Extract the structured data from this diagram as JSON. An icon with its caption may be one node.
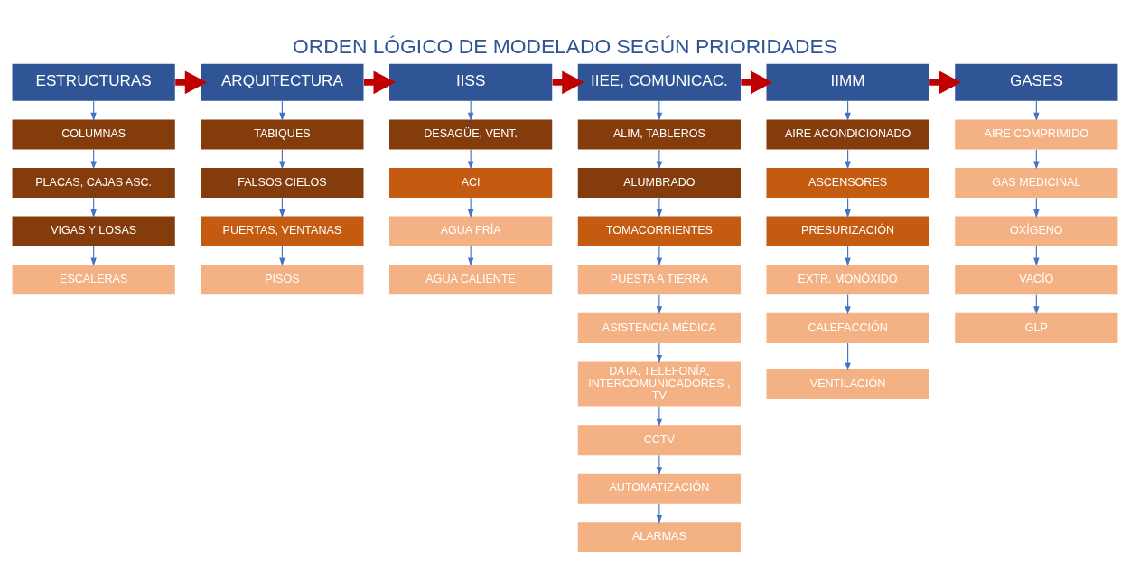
{
  "diagram": {
    "title": "ORDEN LÓGICO DE MODELADO SEGÚN PRIORIDADES",
    "nodes": [
      {
        "text": [
          "ESTRUCTURAS"
        ]
      },
      {
        "text": [
          "COLUMNAS"
        ]
      },
      {
        "text": [
          "PLACAS, CAJAS ASC."
        ]
      },
      {
        "text": [
          "VIGAS Y LOSAS"
        ]
      },
      {
        "text": [
          "ESCALERAS"
        ]
      },
      {
        "text": [
          "ARQUITECTURA"
        ]
      },
      {
        "text": [
          "TABIQUES"
        ]
      },
      {
        "text": [
          "FALSOS CIELOS"
        ]
      },
      {
        "text": [
          "PUERTAS, VENTANAS"
        ]
      },
      {
        "text": [
          "PISOS"
        ]
      },
      {
        "text": [
          "IISS"
        ]
      },
      {
        "text": [
          "DESAGÜE, VENT."
        ]
      },
      {
        "text": [
          "ACI"
        ]
      },
      {
        "text": [
          "AGUA FRÍA"
        ]
      },
      {
        "text": [
          "AGUA CALIENTE"
        ]
      },
      {
        "text": [
          "IIEE, COMUNICAC."
        ]
      },
      {
        "text": [
          "ALIM, TABLEROS"
        ]
      },
      {
        "text": [
          "ALUMBRADO"
        ]
      },
      {
        "text": [
          "TOMACORRIENTES"
        ]
      },
      {
        "text": [
          "PUESTA A TIERRA"
        ]
      },
      {
        "text": [
          "ASISTENCIA MÉDICA"
        ]
      },
      {
        "text": [
          "DATA, TELEFONÍA, INTERCOMUNICADORES , TV"
        ]
      },
      {
        "text": [
          "CCTV"
        ]
      },
      {
        "text": [
          "AUTOMATIZACIÓN"
        ]
      },
      {
        "text": [
          "ALARMAS"
        ]
      },
      {
        "text": [
          "IIMM"
        ]
      },
      {
        "text": [
          "AIRE ACONDICIONADO"
        ]
      },
      {
        "text": [
          "ASCENSORES"
        ]
      },
      {
        "text": [
          "PRESURIZACIÓN"
        ]
      },
      {
        "text": [
          "EXTR. MONÓXIDO"
        ]
      },
      {
        "text": [
          "CALEFACCIÓN"
        ]
      },
      {
        "text": [
          "VENTILACIÓN"
        ]
      },
      {
        "text": [
          "GASES"
        ]
      },
      {
        "text": [
          "AIRE COMPRIMIDO"
        ]
      },
      {
        "text": [
          "GAS MEDICINAL"
        ]
      },
      {
        "text": [
          "OXÍGENO"
        ]
      },
      {
        "text": [
          "VACÍO"
        ]
      },
      {
        "text": [
          "GLP"
        ]
      }
    ],
    "edges": [
      {
        "from": 0,
        "to": 5,
        "arrow": "to",
        "style": "thick",
        "color": "#c00000"
      },
      {
        "from": 5,
        "to": 10,
        "arrow": "to",
        "style": "thick",
        "color": "#c00000"
      },
      {
        "from": 10,
        "to": 15,
        "arrow": "to",
        "style": "thick",
        "color": "#c00000"
      },
      {
        "from": 15,
        "to": 25,
        "arrow": "to",
        "style": "thick",
        "color": "#c00000"
      },
      {
        "from": 25,
        "to": 32,
        "arrow": "to",
        "style": "thick",
        "color": "#c00000"
      },
      {
        "from": 0,
        "to": 1,
        "arrow": "to"
      },
      {
        "from": 1,
        "to": 2,
        "arrow": "to"
      },
      {
        "from": 2,
        "to": 3,
        "arrow": "to"
      },
      {
        "from": 3,
        "to": 4,
        "arrow": "to"
      },
      {
        "from": 5,
        "to": 6,
        "arrow": "to"
      },
      {
        "from": 6,
        "to": 7,
        "arrow": "to"
      },
      {
        "from": 7,
        "to": 8,
        "arrow": "to"
      },
      {
        "from": 8,
        "to": 9,
        "arrow": "to"
      },
      {
        "from": 10,
        "to": 11,
        "arrow": "to"
      },
      {
        "from": 11,
        "to": 12,
        "arrow": "to"
      },
      {
        "from": 12,
        "to": 13,
        "arrow": "to"
      },
      {
        "from": 13,
        "to": 14,
        "arrow": "to"
      },
      {
        "from": 15,
        "to": 16,
        "arrow": "to"
      },
      {
        "from": 16,
        "to": 17,
        "arrow": "to"
      },
      {
        "from": 17,
        "to": 18,
        "arrow": "to"
      },
      {
        "from": 18,
        "to": 19,
        "arrow": "to"
      },
      {
        "from": 19,
        "to": 20,
        "arrow": "to"
      },
      {
        "from": 20,
        "to": 21,
        "arrow": "to"
      },
      {
        "from": 21,
        "to": 22,
        "arrow": "to"
      },
      {
        "from": 22,
        "to": 23,
        "arrow": "to"
      },
      {
        "from": 23,
        "to": 24,
        "arrow": "to"
      },
      {
        "from": 25,
        "to": 26,
        "arrow": "to"
      },
      {
        "from": 26,
        "to": 27,
        "arrow": "to"
      },
      {
        "from": 27,
        "to": 28,
        "arrow": "to"
      },
      {
        "from": 28,
        "to": 29,
        "arrow": "to"
      },
      {
        "from": 29,
        "to": 30,
        "arrow": "to"
      },
      {
        "from": 30,
        "to": 31,
        "arrow": "to"
      },
      {
        "from": 32,
        "to": 33,
        "arrow": "to"
      },
      {
        "from": 33,
        "to": 34,
        "arrow": "to"
      },
      {
        "from": 34,
        "to": 35,
        "arrow": "to"
      },
      {
        "from": 35,
        "to": 36,
        "arrow": "to"
      },
      {
        "from": 36,
        "to": 37,
        "arrow": "to"
      }
    ]
  }
}
